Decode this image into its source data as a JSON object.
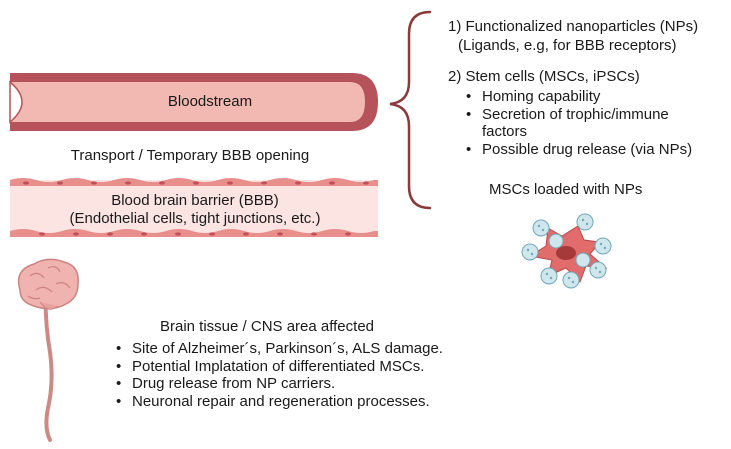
{
  "vessel": {
    "bloodstream_label": "Bloodstream",
    "transport_label": "Transport / Temporary BBB opening",
    "bbb_line1": "Blood brain barrier (BBB)",
    "bbb_line2": "(Endothelial cells, tight junctions, etc.)",
    "vessel_color": "#b5525a",
    "vessel_fill": "#f2b9b3",
    "bbb_fill": "#fbe4e2"
  },
  "strategies": {
    "item1_line1": "1) Functionalized nanoparticles (NPs)",
    "item1_line2": "(Ligands, e.g, for BBB receptors)",
    "item2_title": "2) Stem cells (MSCs, iPSCs)",
    "item2_bullets": [
      "Homing capability",
      "Secretion of trophic/immune",
      "factors",
      "Possible drug release (via NPs)"
    ],
    "cell_caption": "MSCs loaded with NPs"
  },
  "brain": {
    "title": "Brain tissue / CNS area affected",
    "bullets": [
      "Site of Alzheimer´s, Parkinson´s, ALS damage.",
      "Potential Implatation of differentiated MSCs.",
      "Drug release from NP carriers.",
      "Neuronal repair and regeneration processes."
    ]
  }
}
